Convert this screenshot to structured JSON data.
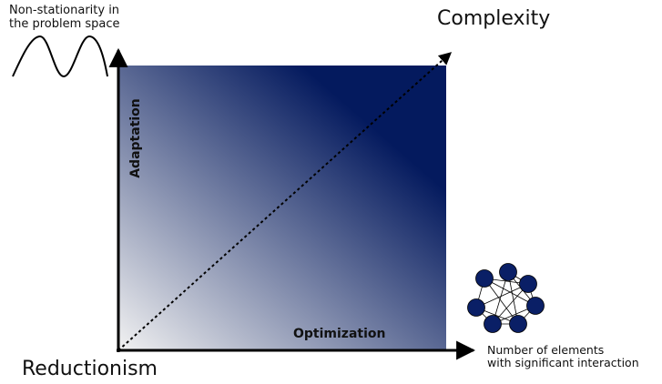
{
  "labels": {
    "nonstationarity_line1": "Non-stationarity in",
    "nonstationarity_line2": "the problem space",
    "complexity": "Complexity",
    "reductionism": "Reductionism",
    "elements_line1": "Number of elements",
    "elements_line2": "with significant interaction",
    "adaptation": "Adaptation",
    "optimization": "Optimization"
  },
  "colors": {
    "gradient_light": "#f2f2f2",
    "gradient_dark": "#041a5e",
    "node_fill": "#0a1f66",
    "axis": "#000000"
  },
  "icons": {
    "wave": "sine-wave-icon",
    "network": "network-graph-icon"
  }
}
